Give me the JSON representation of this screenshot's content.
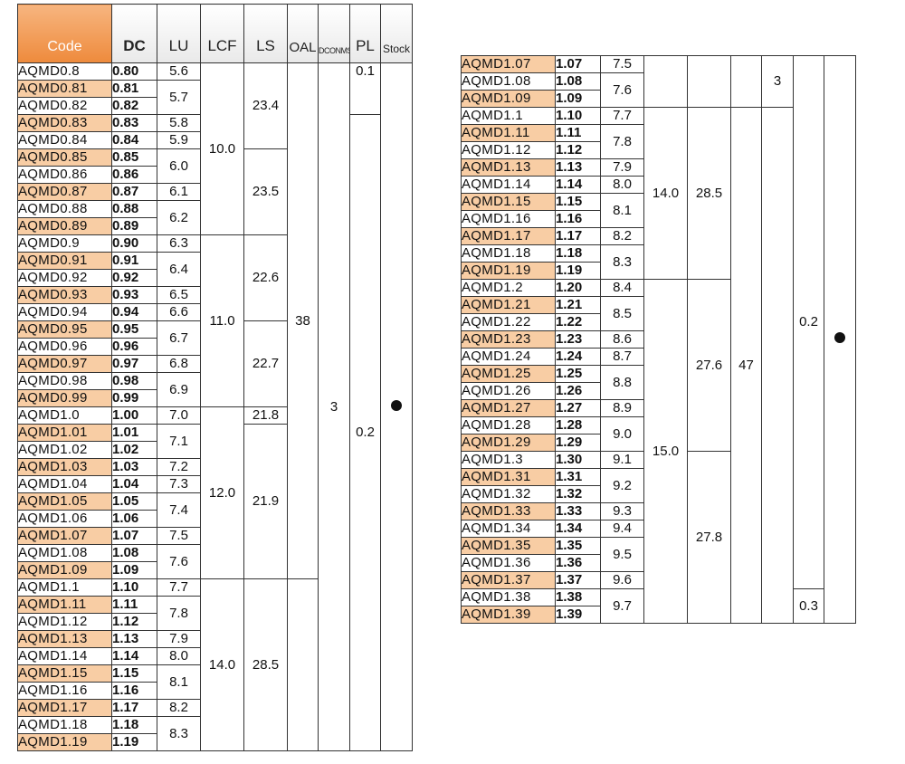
{
  "headers": {
    "code": "Code",
    "dc": "DC",
    "lu": "LU",
    "lcf": "LCF",
    "ls": "LS",
    "oal": "OAL",
    "dconms": "DCONMS",
    "pl": "PL",
    "stock": "Stock"
  },
  "left_table": {
    "rows": [
      {
        "code": "AQMD0.8",
        "dc": "0.80",
        "hl": false
      },
      {
        "code": "AQMD0.81",
        "dc": "0.81",
        "hl": true
      },
      {
        "code": "AQMD0.82",
        "dc": "0.82",
        "hl": false
      },
      {
        "code": "AQMD0.83",
        "dc": "0.83",
        "hl": true
      },
      {
        "code": "AQMD0.84",
        "dc": "0.84",
        "hl": false
      },
      {
        "code": "AQMD0.85",
        "dc": "0.85",
        "hl": true
      },
      {
        "code": "AQMD0.86",
        "dc": "0.86",
        "hl": false
      },
      {
        "code": "AQMD0.87",
        "dc": "0.87",
        "hl": true
      },
      {
        "code": "AQMD0.88",
        "dc": "0.88",
        "hl": false
      },
      {
        "code": "AQMD0.89",
        "dc": "0.89",
        "hl": true
      },
      {
        "code": "AQMD0.9",
        "dc": "0.90",
        "hl": false
      },
      {
        "code": "AQMD0.91",
        "dc": "0.91",
        "hl": true
      },
      {
        "code": "AQMD0.92",
        "dc": "0.92",
        "hl": false
      },
      {
        "code": "AQMD0.93",
        "dc": "0.93",
        "hl": true
      },
      {
        "code": "AQMD0.94",
        "dc": "0.94",
        "hl": false
      },
      {
        "code": "AQMD0.95",
        "dc": "0.95",
        "hl": true
      },
      {
        "code": "AQMD0.96",
        "dc": "0.96",
        "hl": false
      },
      {
        "code": "AQMD0.97",
        "dc": "0.97",
        "hl": true
      },
      {
        "code": "AQMD0.98",
        "dc": "0.98",
        "hl": false
      },
      {
        "code": "AQMD0.99",
        "dc": "0.99",
        "hl": true
      },
      {
        "code": "AQMD1.0",
        "dc": "1.00",
        "hl": false
      },
      {
        "code": "AQMD1.01",
        "dc": "1.01",
        "hl": true
      },
      {
        "code": "AQMD1.02",
        "dc": "1.02",
        "hl": false
      },
      {
        "code": "AQMD1.03",
        "dc": "1.03",
        "hl": true
      },
      {
        "code": "AQMD1.04",
        "dc": "1.04",
        "hl": false
      },
      {
        "code": "AQMD1.05",
        "dc": "1.05",
        "hl": true
      },
      {
        "code": "AQMD1.06",
        "dc": "1.06",
        "hl": false
      },
      {
        "code": "AQMD1.07",
        "dc": "1.07",
        "hl": true
      },
      {
        "code": "AQMD1.08",
        "dc": "1.08",
        "hl": false
      },
      {
        "code": "AQMD1.09",
        "dc": "1.09",
        "hl": true
      },
      {
        "code": "AQMD1.1",
        "dc": "1.10",
        "hl": false
      },
      {
        "code": "AQMD1.11",
        "dc": "1.11",
        "hl": true
      },
      {
        "code": "AQMD1.12",
        "dc": "1.12",
        "hl": false
      },
      {
        "code": "AQMD1.13",
        "dc": "1.13",
        "hl": true
      },
      {
        "code": "AQMD1.14",
        "dc": "1.14",
        "hl": false
      },
      {
        "code": "AQMD1.15",
        "dc": "1.15",
        "hl": true
      },
      {
        "code": "AQMD1.16",
        "dc": "1.16",
        "hl": false
      },
      {
        "code": "AQMD1.17",
        "dc": "1.17",
        "hl": true
      },
      {
        "code": "AQMD1.18",
        "dc": "1.18",
        "hl": false
      },
      {
        "code": "AQMD1.19",
        "dc": "1.19",
        "hl": true
      }
    ],
    "lu": [
      [
        "5.6",
        1
      ],
      [
        "5.7",
        2
      ],
      [
        "5.8",
        1
      ],
      [
        "5.9",
        1
      ],
      [
        "6.0",
        2
      ],
      [
        "6.1",
        1
      ],
      [
        "6.2",
        2
      ],
      [
        "6.3",
        1
      ],
      [
        "6.4",
        2
      ],
      [
        "6.5",
        1
      ],
      [
        "6.6",
        1
      ],
      [
        "6.7",
        2
      ],
      [
        "6.8",
        1
      ],
      [
        "6.9",
        2
      ],
      [
        "7.0",
        1
      ],
      [
        "7.1",
        2
      ],
      [
        "7.2",
        1
      ],
      [
        "7.3",
        1
      ],
      [
        "7.4",
        2
      ],
      [
        "7.5",
        1
      ],
      [
        "7.6",
        2
      ],
      [
        "7.7",
        1
      ],
      [
        "7.8",
        2
      ],
      [
        "7.9",
        1
      ],
      [
        "8.0",
        1
      ],
      [
        "8.1",
        2
      ],
      [
        "8.2",
        1
      ],
      [
        "8.3",
        2
      ]
    ],
    "lcf": [
      [
        "10.0",
        10
      ],
      [
        "11.0",
        10
      ],
      [
        "12.0",
        10
      ],
      [
        "14.0",
        10
      ]
    ],
    "ls": [
      [
        "23.4",
        5,
        "",
        false
      ],
      [
        "23.5",
        5,
        "",
        false
      ],
      [
        "22.6",
        5,
        "",
        false
      ],
      [
        "22.7",
        5,
        "",
        false
      ],
      [
        "21.8",
        1,
        "",
        false
      ],
      [
        "21.9",
        9,
        "",
        false
      ],
      [
        "28.5",
        10,
        "",
        true
      ]
    ],
    "oal": [
      [
        "38",
        30,
        "",
        false
      ],
      [
        "",
        10,
        "",
        true
      ]
    ],
    "dconms": [
      [
        "3",
        40,
        "",
        false
      ]
    ],
    "pl": [
      [
        "0.1",
        3,
        "vt",
        false
      ],
      [
        "0.2",
        37,
        "",
        false
      ]
    ],
    "stock": "●"
  },
  "right_table": {
    "rows": [
      {
        "code": "AQMD1.07",
        "dc": "1.07",
        "hl": true
      },
      {
        "code": "AQMD1.08",
        "dc": "1.08",
        "hl": false
      },
      {
        "code": "AQMD1.09",
        "dc": "1.09",
        "hl": true
      },
      {
        "code": "AQMD1.1",
        "dc": "1.10",
        "hl": false
      },
      {
        "code": "AQMD1.11",
        "dc": "1.11",
        "hl": true
      },
      {
        "code": "AQMD1.12",
        "dc": "1.12",
        "hl": false
      },
      {
        "code": "AQMD1.13",
        "dc": "1.13",
        "hl": true
      },
      {
        "code": "AQMD1.14",
        "dc": "1.14",
        "hl": false
      },
      {
        "code": "AQMD1.15",
        "dc": "1.15",
        "hl": true
      },
      {
        "code": "AQMD1.16",
        "dc": "1.16",
        "hl": false
      },
      {
        "code": "AQMD1.17",
        "dc": "1.17",
        "hl": true
      },
      {
        "code": "AQMD1.18",
        "dc": "1.18",
        "hl": false
      },
      {
        "code": "AQMD1.19",
        "dc": "1.19",
        "hl": true
      },
      {
        "code": "AQMD1.2",
        "dc": "1.20",
        "hl": false
      },
      {
        "code": "AQMD1.21",
        "dc": "1.21",
        "hl": true
      },
      {
        "code": "AQMD1.22",
        "dc": "1.22",
        "hl": false
      },
      {
        "code": "AQMD1.23",
        "dc": "1.23",
        "hl": true
      },
      {
        "code": "AQMD1.24",
        "dc": "1.24",
        "hl": false
      },
      {
        "code": "AQMD1.25",
        "dc": "1.25",
        "hl": true
      },
      {
        "code": "AQMD1.26",
        "dc": "1.26",
        "hl": false
      },
      {
        "code": "AQMD1.27",
        "dc": "1.27",
        "hl": true
      },
      {
        "code": "AQMD1.28",
        "dc": "1.28",
        "hl": false
      },
      {
        "code": "AQMD1.29",
        "dc": "1.29",
        "hl": true
      },
      {
        "code": "AQMD1.3",
        "dc": "1.30",
        "hl": false
      },
      {
        "code": "AQMD1.31",
        "dc": "1.31",
        "hl": true
      },
      {
        "code": "AQMD1.32",
        "dc": "1.32",
        "hl": false
      },
      {
        "code": "AQMD1.33",
        "dc": "1.33",
        "hl": true
      },
      {
        "code": "AQMD1.34",
        "dc": "1.34",
        "hl": false
      },
      {
        "code": "AQMD1.35",
        "dc": "1.35",
        "hl": true
      },
      {
        "code": "AQMD1.36",
        "dc": "1.36",
        "hl": false
      },
      {
        "code": "AQMD1.37",
        "dc": "1.37",
        "hl": true
      },
      {
        "code": "AQMD1.38",
        "dc": "1.38",
        "hl": false
      },
      {
        "code": "AQMD1.39",
        "dc": "1.39",
        "hl": true
      }
    ],
    "lu": [
      [
        "7.5",
        1
      ],
      [
        "7.6",
        2
      ],
      [
        "7.7",
        1
      ],
      [
        "7.8",
        2
      ],
      [
        "7.9",
        1
      ],
      [
        "8.0",
        1
      ],
      [
        "8.1",
        2
      ],
      [
        "8.2",
        1
      ],
      [
        "8.3",
        2
      ],
      [
        "8.4",
        1
      ],
      [
        "8.5",
        2
      ],
      [
        "8.6",
        1
      ],
      [
        "8.7",
        1
      ],
      [
        "8.8",
        2
      ],
      [
        "8.9",
        1
      ],
      [
        "9.0",
        2
      ],
      [
        "9.1",
        1
      ],
      [
        "9.2",
        2
      ],
      [
        "9.3",
        1
      ],
      [
        "9.4",
        1
      ],
      [
        "9.5",
        2
      ],
      [
        "9.6",
        1
      ],
      [
        "9.7",
        2
      ]
    ],
    "lcf": [
      [
        "",
        3,
        "",
        false
      ],
      [
        "14.0",
        10,
        "",
        true
      ],
      [
        "15.0",
        20,
        "",
        false
      ]
    ],
    "ls": [
      [
        "",
        3,
        "",
        false
      ],
      [
        "28.5",
        10,
        "",
        true
      ],
      [
        "27.6",
        10,
        "",
        false
      ],
      [
        "27.8",
        10,
        "",
        false
      ]
    ],
    "oal": [
      [
        "",
        3,
        "",
        false
      ],
      [
        "47",
        30,
        "",
        true
      ]
    ],
    "dconms": [
      [
        "3",
        3,
        "",
        false
      ],
      [
        "",
        30,
        "",
        true
      ]
    ],
    "pl": [
      [
        "0.2",
        31,
        "",
        false
      ],
      [
        "0.3",
        2,
        "",
        false
      ]
    ],
    "stock": "●"
  }
}
